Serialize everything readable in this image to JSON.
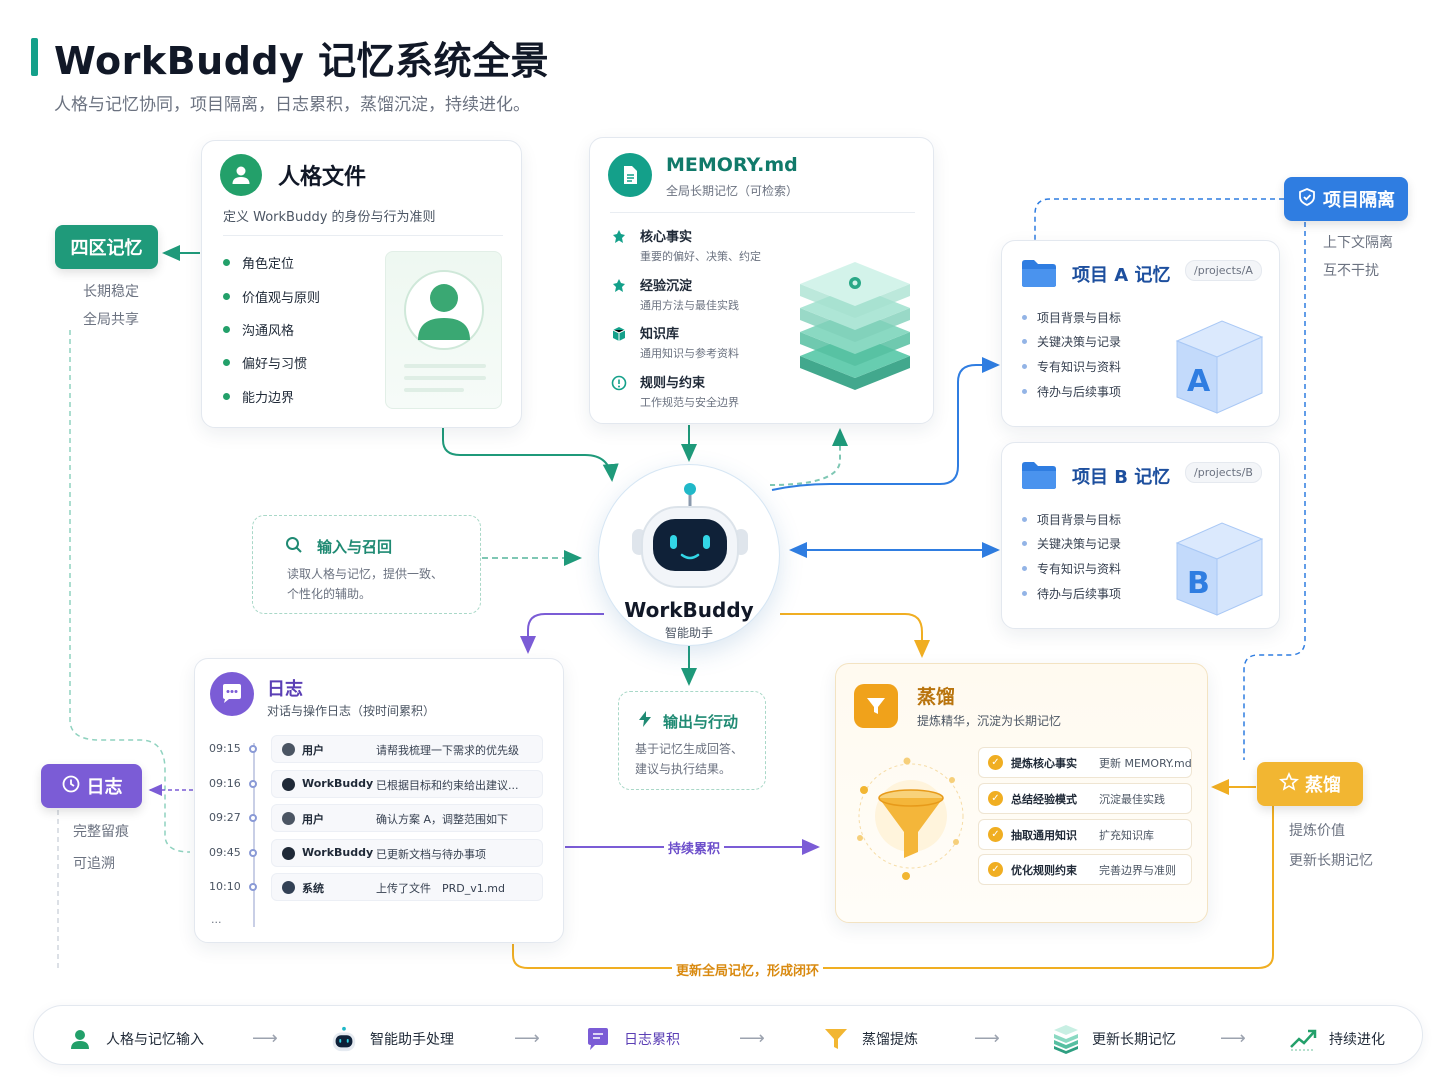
{
  "header": {
    "title": "WorkBuddy 记忆系统全景",
    "subtitle": "人格与记忆协同，项目隔离，日志累积，蒸馏沉淀，持续进化。"
  },
  "side_tags": {
    "four_zone": {
      "label": "四区记忆",
      "notes": [
        "长期稳定",
        "全局共享"
      ],
      "color": "#1f9a7a"
    },
    "isolation": {
      "label": "项目隔离",
      "notes": [
        "上下文隔离",
        "互不干扰"
      ],
      "color": "#2f7de1"
    },
    "log": {
      "label": "日志",
      "notes": [
        "完整留痕",
        "可追溯"
      ],
      "color": "#7b5cd6"
    },
    "distill": {
      "label": "蒸馏",
      "notes": [
        "提炼价值",
        "更新长期记忆"
      ],
      "color": "#f2b632"
    }
  },
  "persona": {
    "title": "人格文件",
    "desc": "定义 WorkBuddy 的身份与行为准则",
    "items": [
      "角色定位",
      "价值观与原则",
      "沟通风格",
      "偏好与习惯",
      "能力边界"
    ]
  },
  "memory": {
    "title": "MEMORY.md",
    "subtitle": "全局长期记忆（可检索）",
    "items": [
      {
        "title": "核心事实",
        "desc": "重要的偏好、决策、约定",
        "icon": "pin-icon"
      },
      {
        "title": "经验沉淀",
        "desc": "通用方法与最佳实践",
        "icon": "pin-icon"
      },
      {
        "title": "知识库",
        "desc": "通用知识与参考资料",
        "icon": "cube-icon"
      },
      {
        "title": "规则与约束",
        "desc": "工作规范与安全边界",
        "icon": "info-icon"
      }
    ]
  },
  "project_a": {
    "title": "项目 A 记忆",
    "path": "/projects/A",
    "letter": "A",
    "items": [
      "项目背景与目标",
      "关键决策与记录",
      "专有知识与资料",
      "待办与后续事项"
    ]
  },
  "project_b": {
    "title": "项目 B 记忆",
    "path": "/projects/B",
    "letter": "B",
    "items": [
      "项目背景与目标",
      "关键决策与记录",
      "专有知识与资料",
      "待办与后续事项"
    ]
  },
  "center": {
    "name": "WorkBuddy",
    "sub": "智能助手"
  },
  "input_box": {
    "title": "输入与召回",
    "text": [
      "读取人格与记忆，提供一致、",
      "个性化的辅助。"
    ]
  },
  "output_box": {
    "title": "输出与行动",
    "text": [
      "基于记忆生成回答、",
      "建议与执行结果。"
    ]
  },
  "log": {
    "title": "日志",
    "subtitle": "对话与操作日志（按时间累积）",
    "rows": [
      {
        "time": "09:15",
        "who": "用户",
        "msg": "请帮我梳理一下需求的优先级"
      },
      {
        "time": "09:16",
        "who": "WorkBuddy",
        "msg": "已根据目标和约束给出建议..."
      },
      {
        "time": "09:27",
        "who": "用户",
        "msg": "确认方案 A，调整范围如下"
      },
      {
        "time": "09:45",
        "who": "WorkBuddy",
        "msg": "已更新文档与待办事项"
      },
      {
        "time": "10:10",
        "who": "系统",
        "msg": "上传了文件　PRD_v1.md"
      }
    ],
    "more": "..."
  },
  "distill": {
    "title": "蒸馏",
    "subtitle": "提炼精华，沉淀为长期记忆",
    "items": [
      {
        "k": "提炼核心事实",
        "v": "更新 MEMORY.md"
      },
      {
        "k": "总结经验模式",
        "v": "沉淀最佳实践"
      },
      {
        "k": "抽取通用知识",
        "v": "扩充知识库"
      },
      {
        "k": "优化规则约束",
        "v": "完善边界与准则"
      }
    ]
  },
  "flows": {
    "accumulate": "持续累积",
    "loop": "更新全局记忆，形成闭环"
  },
  "bottom_steps": [
    {
      "label": "人格与记忆输入",
      "icon": "person-icon"
    },
    {
      "label": "智能助手处理",
      "icon": "robot-icon"
    },
    {
      "label": "日志累积",
      "icon": "chat-icon"
    },
    {
      "label": "蒸馏提炼",
      "icon": "funnel-icon"
    },
    {
      "label": "更新长期记忆",
      "icon": "stack-icon"
    },
    {
      "label": "持续进化",
      "icon": "trend-icon"
    }
  ],
  "arrow_glyph": "⟶"
}
